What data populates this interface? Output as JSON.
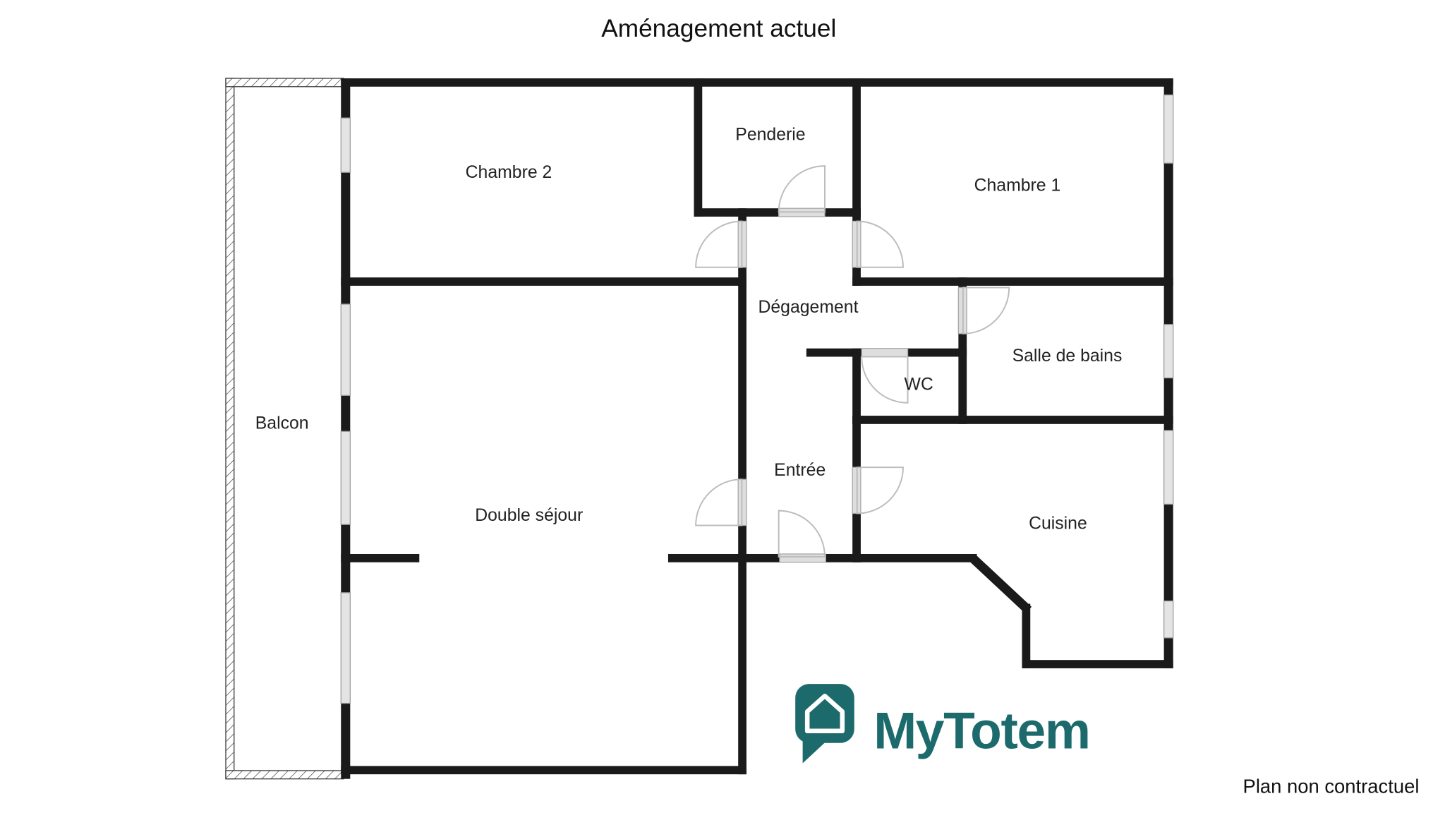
{
  "title": "Aménagement actuel",
  "footer_note": "Plan non contractuel",
  "brand": {
    "name": "MyTotem",
    "icon": "house-speech-bubble-icon"
  },
  "colors": {
    "wall": "#1a1a1a",
    "brand": "#1d6a6d",
    "opening": "#dedede"
  },
  "rooms": {
    "balcon": "Balcon",
    "chambre2": "Chambre 2",
    "penderie": "Penderie",
    "chambre1": "Chambre 1",
    "degagement": "Dégagement",
    "salle_de_bains": "Salle de bains",
    "wc": "WC",
    "entree": "Entrée",
    "double_sejour": "Double séjour",
    "cuisine": "Cuisine"
  }
}
